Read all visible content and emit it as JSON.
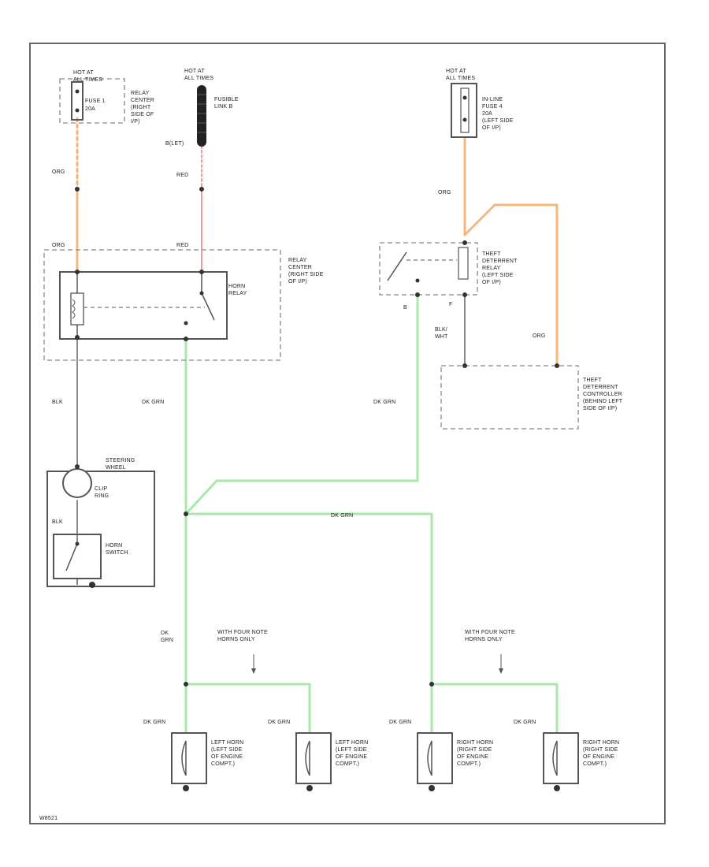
{
  "colors": {
    "org": "#f5b679",
    "red": "#f49a9a",
    "blk": "#8a8a8a",
    "dk_grn": "#a8e8a8",
    "outline": "#555555"
  },
  "fuses": {
    "left_hot": [
      "HOT AT",
      "ALL TIMES"
    ],
    "left_label": [
      "RELAY",
      "CENTER",
      "(RIGHT",
      "SIDE OF",
      "I/P)"
    ],
    "left_fuse": [
      "FUSE 1",
      "20A"
    ],
    "fusible_hot": [
      "HOT AT",
      "ALL TIMES"
    ],
    "fusible_label": [
      "FUSIBLE",
      "LINK B"
    ],
    "fusible_terminal": "B(LET)",
    "right_hot": [
      "HOT AT",
      "ALL TIMES"
    ],
    "right_label": [
      "IN-LINE",
      "FUSE 4",
      "20A",
      "(LEFT SIDE",
      "OF I/P)"
    ]
  },
  "wires": {
    "org": "ORG",
    "red": "RED",
    "blk": "BLK",
    "blk_wht": [
      "BLK/",
      "WHT"
    ],
    "dk_grn": "DK GRN",
    "dk_grn_split": [
      "DK",
      "GRN"
    ]
  },
  "relay_center": {
    "label": [
      "RELAY",
      "CENTER",
      "(RIGHT SIDE",
      "OF I/P)"
    ],
    "horn_relay": [
      "HORN",
      "RELAY"
    ]
  },
  "theft_relay": {
    "label": [
      "THEFT",
      "DETERRENT",
      "RELAY",
      "(LEFT SIDE",
      "OF I/P)"
    ],
    "pin_b": "B",
    "pin_f": "F"
  },
  "theft_controller": {
    "label": [
      "THEFT",
      "DETERRENT",
      "CONTROLLER",
      "(BEHIND LEFT",
      "SIDE OF I/P)"
    ]
  },
  "steering": {
    "label": [
      "STEERING",
      "WHEEL"
    ],
    "clip_ring": [
      "CLIP",
      "RING"
    ],
    "horn_switch": [
      "HORN",
      "SWITCH"
    ]
  },
  "notes": {
    "four_note_left": [
      "WITH FOUR NOTE",
      "HORNS ONLY"
    ],
    "four_note_right": [
      "WITH FOUR NOTE",
      "HORNS ONLY"
    ]
  },
  "horns": [
    {
      "label": [
        "LEFT HORN",
        "(LEFT SIDE",
        "OF ENGINE",
        "COMPT.)"
      ]
    },
    {
      "label": [
        "LEFT HORN",
        "(LEFT SIDE",
        "OF ENGINE",
        "COMPT.)"
      ]
    },
    {
      "label": [
        "RIGHT HORN",
        "(RIGHT SIDE",
        "OF ENGINE",
        "COMPT.)"
      ]
    },
    {
      "label": [
        "RIGHT HORN",
        "(RIGHT SIDE",
        "OF ENGINE",
        "COMPT.)"
      ]
    }
  ],
  "footer": {
    "code": "W8521"
  }
}
